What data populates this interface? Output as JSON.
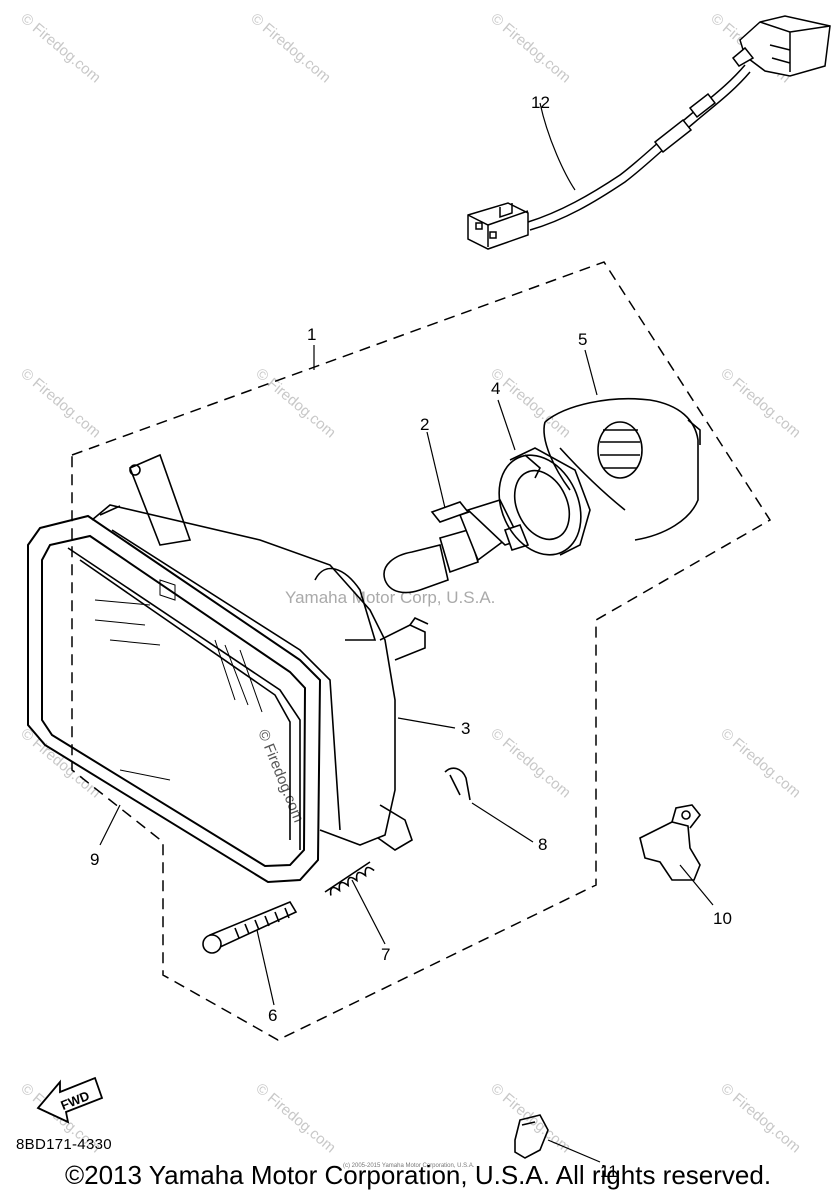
{
  "diagram": {
    "callouts": [
      "1",
      "2",
      "3",
      "4",
      "5",
      "6",
      "7",
      "8",
      "9",
      "10",
      "11",
      "12"
    ],
    "fwd_label": "FWD",
    "part_code": "8BD171-4330"
  },
  "watermarks": {
    "site": "© Firedog.com",
    "center": "Yamaha Motor Corp, U.S.A."
  },
  "footer": {
    "copyright": "©2013 Yamaha Motor Corporation, U.S.A. All rights reserved.",
    "tiny_notice": "(c) 2005-2015 Yamaha Motor Corporation, U.S.A."
  }
}
